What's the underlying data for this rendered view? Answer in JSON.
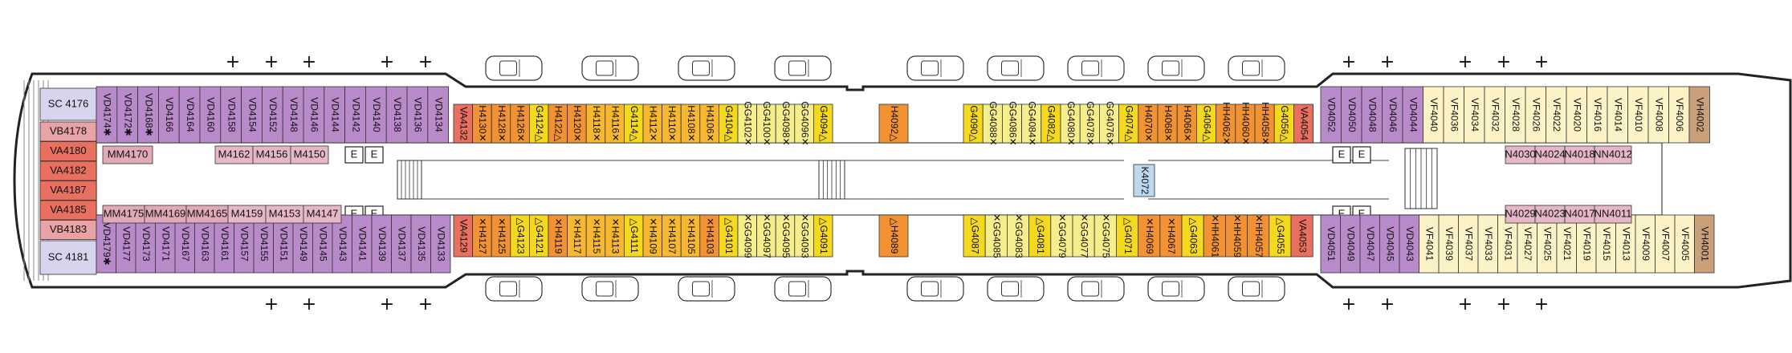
{
  "colors": {
    "vista_purple": "#b88ac9",
    "verandah_purple": "#a977bf",
    "suite_pink": "#e9a2a6",
    "suite_red": "#e96f5f",
    "family_cream": "#fbf3c6",
    "interior_pink": "#e6b7c9",
    "mm_pink": "#e2a9b8",
    "ocean_orange": "#f29232",
    "ocean_amber": "#f7b830",
    "ocean_yellow": "#f5d91f",
    "ocean_paleyellow": "#f6ee8a",
    "interior_lightblue": "#bcd8ee",
    "tan": "#c9a07a",
    "sc_lavender": "#d8d4ee",
    "gray_line": "#333333"
  },
  "aft": {
    "sc_top": "SC 4176",
    "sc_bottom": "SC 4181",
    "va_column": [
      "VB4178",
      "VA4180",
      "VA4182",
      "VA4187",
      "VA4185",
      "VB4183"
    ]
  },
  "aft_upper_row": [
    "VD4174✱",
    "VD4172✱",
    "VD4168✱",
    "VD4166",
    "VD4164",
    "VD4160",
    "VD4158",
    "VD4154",
    "VD4152",
    "VD4148",
    "VD4146",
    "VD4144",
    "VD4142",
    "VD4140",
    "VD4138",
    "VD4136",
    "VD4134"
  ],
  "aft_lower_row": [
    "VD4179✱",
    "VD4177",
    "VD4173",
    "VD4171",
    "VD4167",
    "VD4163",
    "VD4161",
    "VD4157",
    "VD4155",
    "VD4151",
    "VD4149",
    "VD4145",
    "VD4143",
    "VD4141",
    "VD4139",
    "VD4137",
    "VD4135",
    "VD4133"
  ],
  "aft_interior_upper": [
    "MM4170",
    "M4162",
    "M4156",
    "M4150"
  ],
  "aft_interior_lower": [
    "MM4175",
    "MM4169",
    "MM4165",
    "M4159",
    "M4153",
    "M4147"
  ],
  "mid_upper_row": [
    "VA4132",
    "H4130✕",
    "H4128✕",
    "H4126✕",
    "G4124△",
    "H4122△",
    "H4120✕",
    "H4118✕",
    "H4116✕",
    "G4114△",
    "H4112✕",
    "H4110✕",
    "H4108✕",
    "H4106✕",
    "G4104△",
    "GG4102✕",
    "GG4100✕",
    "GG4098✕",
    "GG4096✕",
    "G4094△"
  ],
  "mid_lower_row": [
    "VA4129",
    "✕H4127",
    "✕H4125",
    "△G4123",
    "△G4121",
    "✕H4119",
    "✕H4117",
    "✕H4115",
    "✕H4113",
    "△G4111",
    "✕H4109",
    "✕H4107",
    "✕H4105",
    "✕H4103",
    "△G4101",
    "✕GG4099",
    "✕GG4097",
    "✕GG4095",
    "✕GG4093",
    "△G4091"
  ],
  "center_upper": "H4092△",
  "center_lower": "△H4089",
  "fwd_mid_upper_row": [
    "G4090△",
    "GG4088✕",
    "GG4086✕",
    "GG4084✕",
    "G4082△",
    "GG4080✕",
    "GG4078✕",
    "GG4076✕",
    "G4074△",
    "H4070✕",
    "H4068✕",
    "H4066✕",
    "G4064△",
    "HH4062✕",
    "HH4060✕",
    "HH4058✕",
    "G4056△",
    "VA4054"
  ],
  "fwd_mid_lower_row": [
    "△G4087",
    "✕GG4085",
    "✕GG4083",
    "△G4081",
    "✕GG4079",
    "✕GG4077",
    "✕GG4075",
    "△G4071",
    "✕H4069",
    "✕H4067",
    "△G4063",
    "✕HH4061",
    "✕HH4059",
    "✕HH4057",
    "△G4055",
    "VA4053"
  ],
  "interior_lightblue": "K4072",
  "fwd_upper_row": [
    "VD4052",
    "VD4050",
    "VD4048",
    "VD4046",
    "VD4044",
    "VF4040",
    "VF4036",
    "VF4034",
    "VF4032",
    "VF4028",
    "VF4026",
    "VF4022",
    "VF4020",
    "VF4016",
    "VF4014",
    "VF4010",
    "VF4008",
    "VF4006",
    "VH4002"
  ],
  "fwd_lower_row": [
    "VD4051",
    "VD4049",
    "VD4047",
    "VD4045",
    "VD4043",
    "VF4041",
    "VF4039",
    "VF4037",
    "VF4033",
    "VF4031",
    "VF4027",
    "VF4025",
    "VF4021",
    "VF4019",
    "VF4015",
    "VF4013",
    "VF4009",
    "VF4007",
    "VF4005",
    "VH4001"
  ],
  "fwd_interior_upper": [
    "N4030",
    "N4024",
    "N4018",
    "NN4012"
  ],
  "fwd_interior_lower": [
    "N4029",
    "N4023",
    "N4017",
    "NN4011"
  ],
  "elevator_label": "E",
  "plus_symbol": "+"
}
